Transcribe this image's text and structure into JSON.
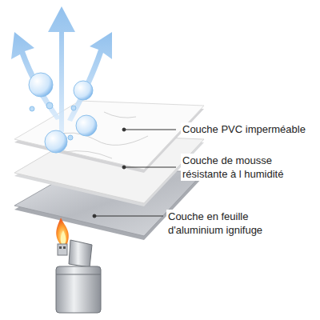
{
  "diagram": {
    "labels": [
      "Couche PVC imperméable",
      "Couche de mousse résistante à l humidité",
      "Couche en feuille d'aluminium ignifuge"
    ]
  }
}
